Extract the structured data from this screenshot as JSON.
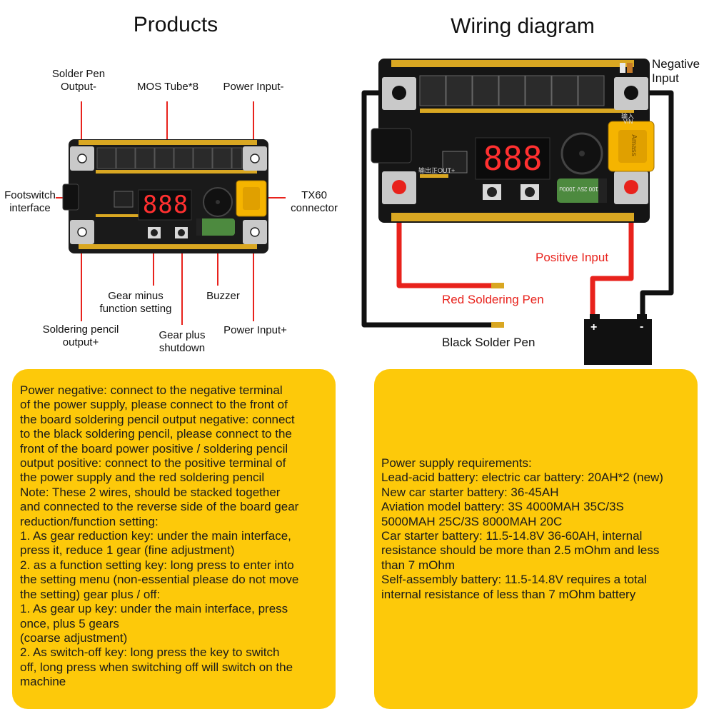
{
  "headings": {
    "products": "Products",
    "wiring": "Wiring diagram"
  },
  "products_labels": {
    "solder_pen_output_minus": [
      "Solder Pen",
      "Output-"
    ],
    "mos_tube": "MOS Tube*8",
    "power_input_minus": "Power Input-",
    "footswitch": [
      "Footswitch",
      "interface"
    ],
    "tx60": [
      "TX60",
      "connector"
    ],
    "gear_minus": [
      "Gear minus",
      "function setting"
    ],
    "buzzer": "Buzzer",
    "soldering_pencil_output_plus": [
      "Soldering pencil",
      "output+"
    ],
    "gear_plus": [
      "Gear plus",
      "shutdown"
    ],
    "power_input_plus": "Power Input+"
  },
  "wiring_labels": {
    "negative_input": [
      "Negative",
      "Input"
    ],
    "positive_input": "Positive Input",
    "red_pen": "Red Soldering Pen",
    "black_pen": "Black Solder Pen",
    "battery_plus": "+",
    "battery_minus": "-"
  },
  "board": {
    "display": "888",
    "out_label": "输出正OUT+",
    "in_label": "输入",
    "vin_label": "VIN",
    "capacitor_text": "100 25V 1000uF",
    "connector_brand": "Amass"
  },
  "colors": {
    "panel": "#fdc90a",
    "pcb": "#111111",
    "copper": "#d9a722",
    "red_wire": "#e8221c",
    "black_wire": "#111111",
    "led": "#ff3030"
  },
  "left_panel": [
    "Power negative: connect to the negative terminal",
    "of the power supply, please connect to the front of",
    "the board soldering pencil output negative: connect",
    "to the black soldering pencil, please connect to the",
    "front of the board power positive / soldering pencil",
    "output positive: connect to the positive terminal of",
    "the power supply and the red soldering pencil",
    "Note: These 2 wires, should be stacked together",
    "and connected to the reverse side of the board gear",
    "reduction/function setting:",
    "1. As gear reduction key: under the main interface,",
    "press it, reduce 1 gear (fine adjustment)",
    "2. as a function setting key: long press to enter into",
    "the setting menu (non-essential please do not move",
    "the setting) gear plus / off:",
    "1. As gear up key: under the main interface, press",
    "once, plus 5 gears",
    "(coarse adjustment)",
    "2. As switch-off key: long press the key to switch",
    "off, long press when switching off will switch on the",
    "machine"
  ],
  "right_panel": [
    "Power supply requirements:",
    "Lead-acid battery: electric car battery: 20AH*2 (new)",
    "New car starter battery: 36-45AH",
    "Aviation model battery: 3S 4000MAH 35C/3S",
    "5000MAH 25C/3S 8000MAH 20C",
    "Car starter battery: 11.5-14.8V 36-60AH, internal",
    "resistance should be more than 2.5 mOhm and less",
    "than 7 mOhm",
    "Self-assembly battery: 11.5-14.8V requires a total",
    "internal resistance of less than 7 mOhm battery"
  ]
}
